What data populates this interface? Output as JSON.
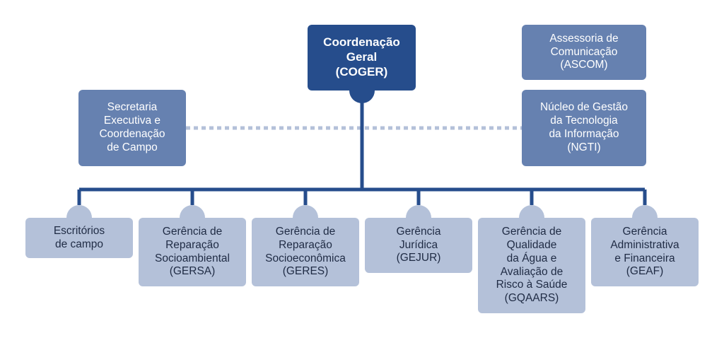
{
  "colors": {
    "top": "#264d8c",
    "mid": "#6681b0",
    "leaf": "#b4c1d9",
    "connector": "#264d8c",
    "dotted": "#b4c1d9",
    "leaf_text": "#1f2b44"
  },
  "org": {
    "top": "Coordenação\nGeral\n(COGER)",
    "secretaria": "Secretaria\nExecutiva e\nCoordenação\nde Campo",
    "ascom": "Assessoria de\nComunicação\n(ASCOM)",
    "ngti": "Núcleo de Gestão\nda Tecnologia\nda Informação\n(NGTI)",
    "units": [
      "Escritórios\nde campo",
      "Gerência de\nReparação\nSocioambiental\n(GERSA)",
      "Gerência de\nReparação\nSocioeconômica\n(GERES)",
      "Gerência\nJurídica\n(GEJUR)",
      "Gerência de\nQualidade\nda Água e\nAvaliação de\nRisco à Saúde\n(GQAARS)",
      "Gerência\nAdministrativa\ne Financeira\n(GEAF)"
    ]
  }
}
